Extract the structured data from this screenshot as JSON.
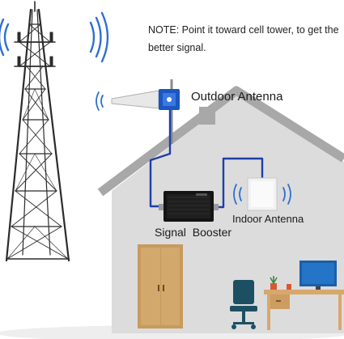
{
  "note": "NOTE: Point it toward cell tower, to get the better signal.",
  "labels": {
    "outdoor_antenna": "Outdoor Antenna",
    "signal_booster": "Signal  Booster",
    "indoor_antenna": "Indoor Antenna"
  },
  "colors": {
    "cable": "#1f3ea8",
    "signal_waves": "#2f6fd0",
    "house_wall": "#dcdcdc",
    "roof": "#a8a8a8",
    "tower": "#2b2b2b",
    "door": "#c79a5e",
    "desk": "#d7a86e",
    "chair": "#1d4f63",
    "monitor": "#1b5fa8",
    "antenna_mount": "#1b56c2"
  }
}
